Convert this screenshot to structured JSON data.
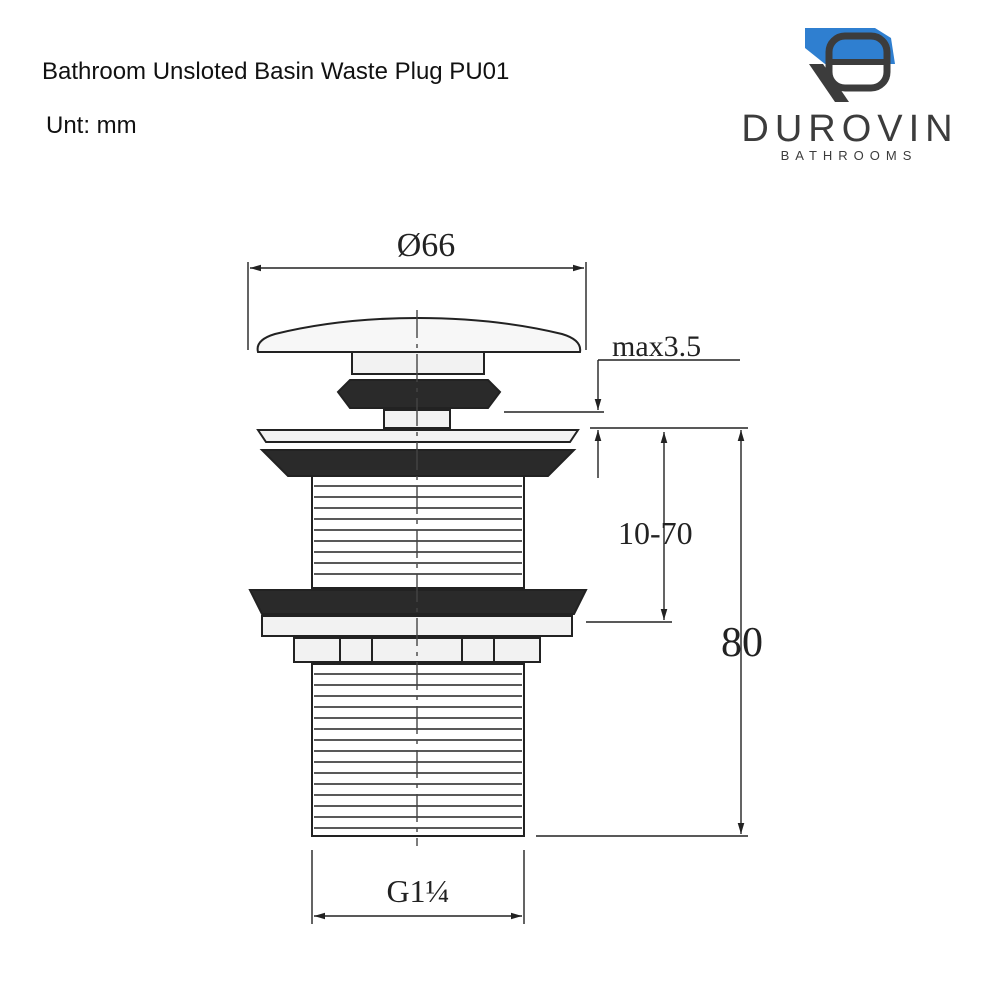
{
  "header": {
    "title": "Bathroom Unsloted Basin Waste Plug PU01",
    "unit_label": "Unt: mm"
  },
  "logo": {
    "name": "DUROVIN",
    "sub": "BATHROOMS",
    "colors": {
      "blue": "#2f7fd0",
      "dark": "#3c3c3c"
    }
  },
  "dimensions": {
    "diameter": "Ø66",
    "max_thickness": "max3.5",
    "adjust_range": "10-70",
    "total_height": "80",
    "thread": "G1¼"
  },
  "colors": {
    "line": "#222222",
    "fill_dark": "#2a2a2a",
    "fill_light": "#f2f2f2"
  }
}
